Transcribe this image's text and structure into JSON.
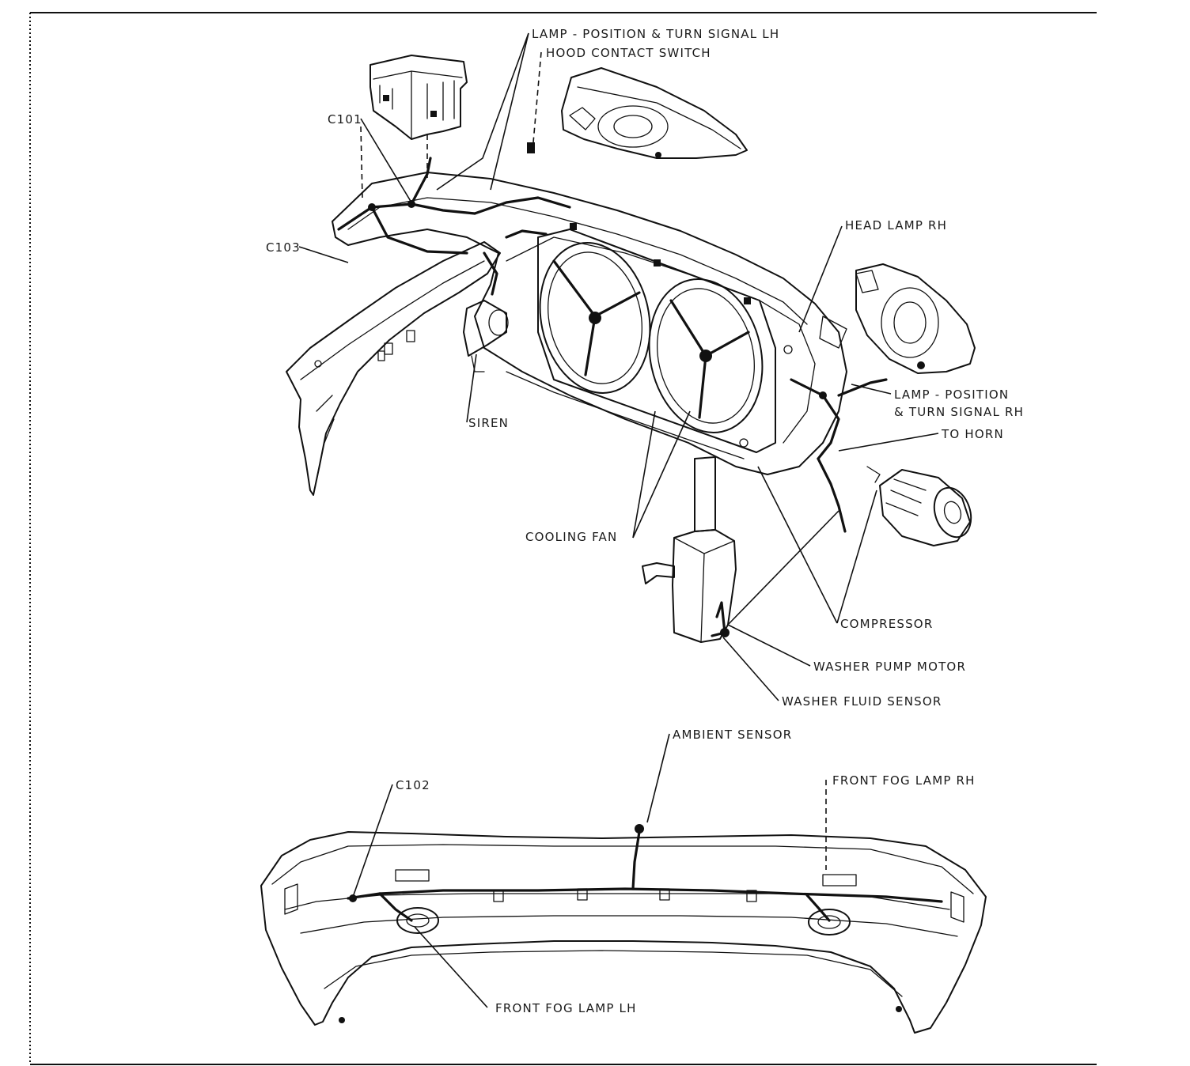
{
  "labels": {
    "lamp_position_turn_signal_lh": "LAMP - POSITION & TURN SIGNAL LH",
    "hood_contact_switch": "HOOD CONTACT SWITCH",
    "c101": "C101",
    "c103": "C103",
    "head_lamp_rh": "HEAD LAMP RH",
    "lamp_position_rh_line1": "LAMP - POSITION",
    "lamp_position_rh_line2": "& TURN SIGNAL RH",
    "to_horn": "TO HORN",
    "siren": "SIREN",
    "cooling_fan": "COOLING FAN",
    "compressor": "COMPRESSOR",
    "washer_pump_motor": "WASHER PUMP MOTOR",
    "washer_fluid_sensor": "WASHER FLUID SENSOR",
    "ambient_sensor": "AMBIENT SENSOR",
    "c102": "C102",
    "front_fog_lamp_rh": "FRONT FOG LAMP RH",
    "front_fog_lamp_lh": "FRONT FOG LAMP LH"
  }
}
